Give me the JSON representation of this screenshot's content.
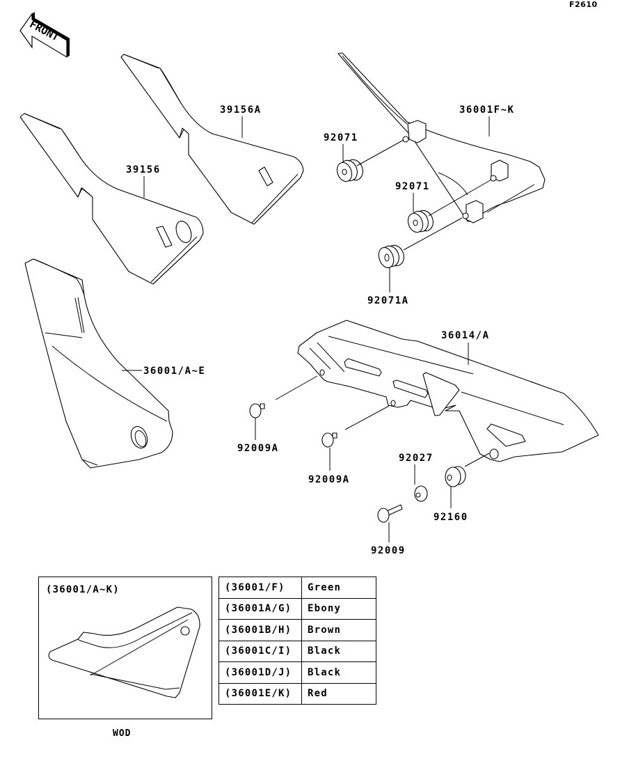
{
  "figure_id": "F2610",
  "front_indicator": "FRONT",
  "parts": [
    {
      "id": "39156A"
    },
    {
      "id": "39156"
    },
    {
      "id": "36001/A~E"
    },
    {
      "id": "36001F~K"
    },
    {
      "id": "92071"
    },
    {
      "id": "92071"
    },
    {
      "id": "92071A"
    },
    {
      "id": "36014/A"
    },
    {
      "id": "92009A"
    },
    {
      "id": "92009A"
    },
    {
      "id": "92027"
    },
    {
      "id": "92160"
    },
    {
      "id": "92009"
    }
  ],
  "inset": {
    "title": "(36001/A~K)",
    "caption": "WOD"
  },
  "color_table": [
    {
      "code": "(36001/F)",
      "color": "Green"
    },
    {
      "code": "(36001A/G)",
      "color": "Ebony"
    },
    {
      "code": "(36001B/H)",
      "color": "Brown"
    },
    {
      "code": "(36001C/I)",
      "color": "Black"
    },
    {
      "code": "(36001D/J)",
      "color": "Black"
    },
    {
      "code": "(36001E/K)",
      "color": "Red"
    }
  ]
}
